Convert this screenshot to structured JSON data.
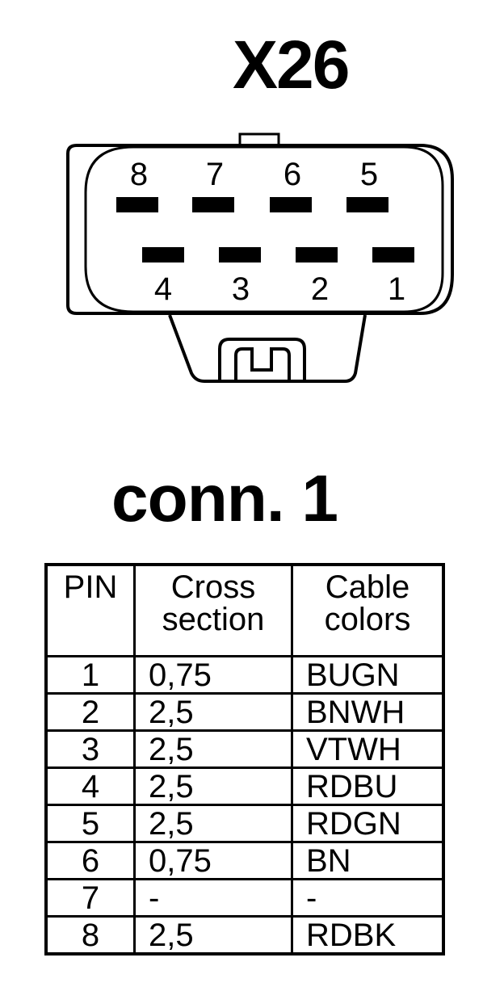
{
  "connector": {
    "name": "X26",
    "top_row_pins": [
      "8",
      "7",
      "6",
      "5"
    ],
    "bottom_row_pins": [
      "4",
      "3",
      "2",
      "1"
    ]
  },
  "conn_title": "conn. 1",
  "table": {
    "headers": {
      "pin": "PIN",
      "cross_line1": "Cross",
      "cross_line2": "section",
      "color_line1": "Cable",
      "color_line2": "colors"
    },
    "rows": [
      {
        "pin": "1",
        "cross": "0,75",
        "color": "BUGN"
      },
      {
        "pin": "2",
        "cross": "2,5",
        "color": "BNWH"
      },
      {
        "pin": "3",
        "cross": "2,5",
        "color": "VTWH"
      },
      {
        "pin": "4",
        "cross": "2,5",
        "color": "RDBU"
      },
      {
        "pin": "5",
        "cross": "2,5",
        "color": "RDGN"
      },
      {
        "pin": "6",
        "cross": "0,75",
        "color": "BN"
      },
      {
        "pin": "7",
        "cross": "-",
        "color": "-"
      },
      {
        "pin": "8",
        "cross": "2,5",
        "color": "RDBK"
      }
    ]
  }
}
